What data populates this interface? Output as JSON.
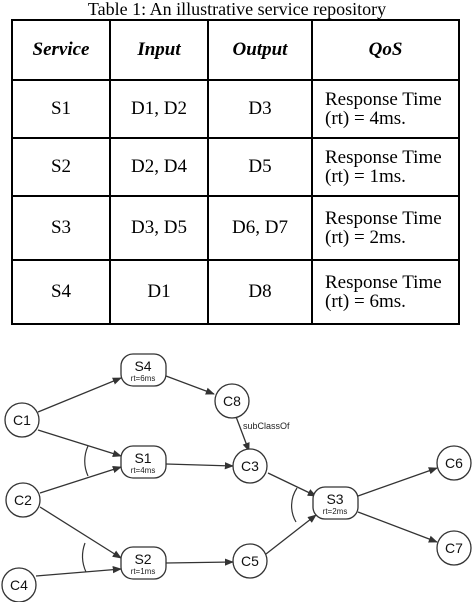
{
  "caption": "Table 1: An illustrative service repository",
  "table": {
    "headers": [
      "Service",
      "Input",
      "Output",
      "QoS"
    ],
    "rows": [
      [
        "S1",
        "D1, D2",
        "D3",
        "Response Time (rt) = 4ms."
      ],
      [
        "S2",
        "D2, D4",
        "D5",
        "Response Time (rt) = 1ms."
      ],
      [
        "S3",
        "D3, D5",
        "D6, D7",
        "Response Time (rt) = 2ms."
      ],
      [
        "S4",
        "D1",
        "D8",
        "Response Time (rt) = 6ms."
      ]
    ]
  },
  "graph": {
    "concepts": [
      "C1",
      "C2",
      "C4",
      "C8",
      "C3",
      "C5",
      "C6",
      "C7"
    ],
    "services": [
      {
        "id": "S4",
        "rt": "rt=6ms"
      },
      {
        "id": "S1",
        "rt": "rt=4ms"
      },
      {
        "id": "S2",
        "rt": "rt=1ms"
      },
      {
        "id": "S3",
        "rt": "rt=2ms"
      }
    ],
    "edge_label": "subClassOf"
  }
}
